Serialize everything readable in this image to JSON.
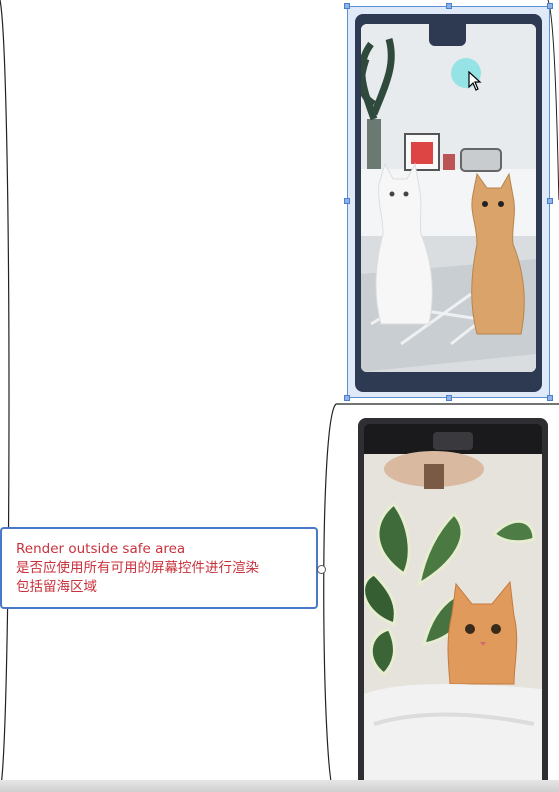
{
  "callout": {
    "title": "Render outside safe area",
    "description_line1": "是否应使用所有可用的屏幕控件进行渲染",
    "description_line2": "包括留海区域"
  },
  "phones": [
    {
      "state": "selected",
      "content": "two-cats-photo",
      "accent": "#2d3a52"
    },
    {
      "state": "default",
      "content": "cat-with-plant-photo",
      "accent": "#2f2f33"
    }
  ],
  "colors": {
    "selection": "#5b8fd6",
    "callout_border": "#4a78c8",
    "callout_text": "#c8323c"
  }
}
